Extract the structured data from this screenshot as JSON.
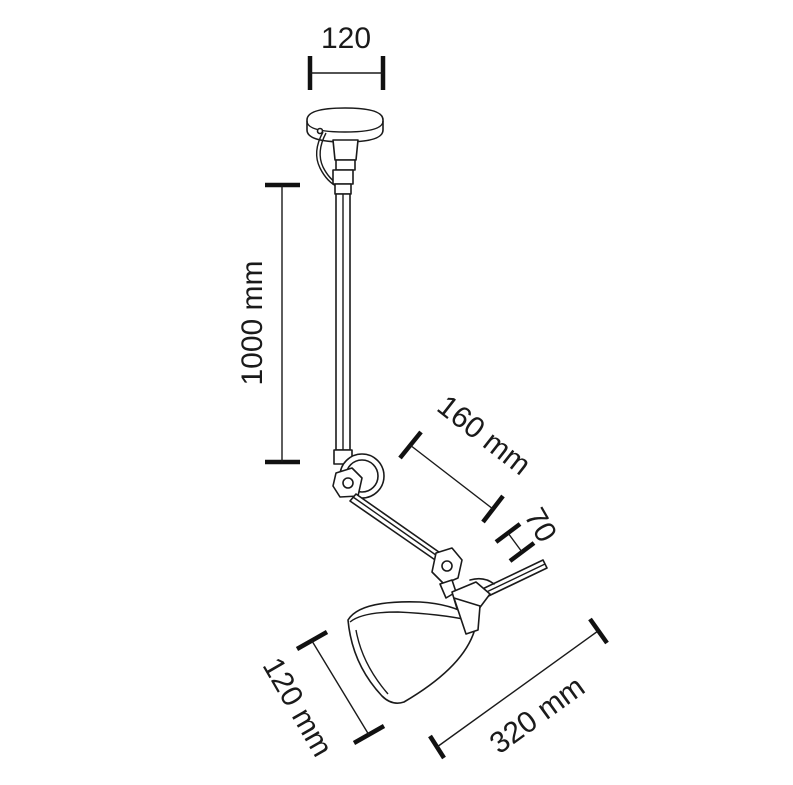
{
  "dimensions": {
    "canopy_width": "120",
    "pole_length": "1000 mm",
    "arm_length": "160 mm",
    "joint_offset": "70",
    "shade_height": "120 mm",
    "total_reach": "320 mm"
  }
}
